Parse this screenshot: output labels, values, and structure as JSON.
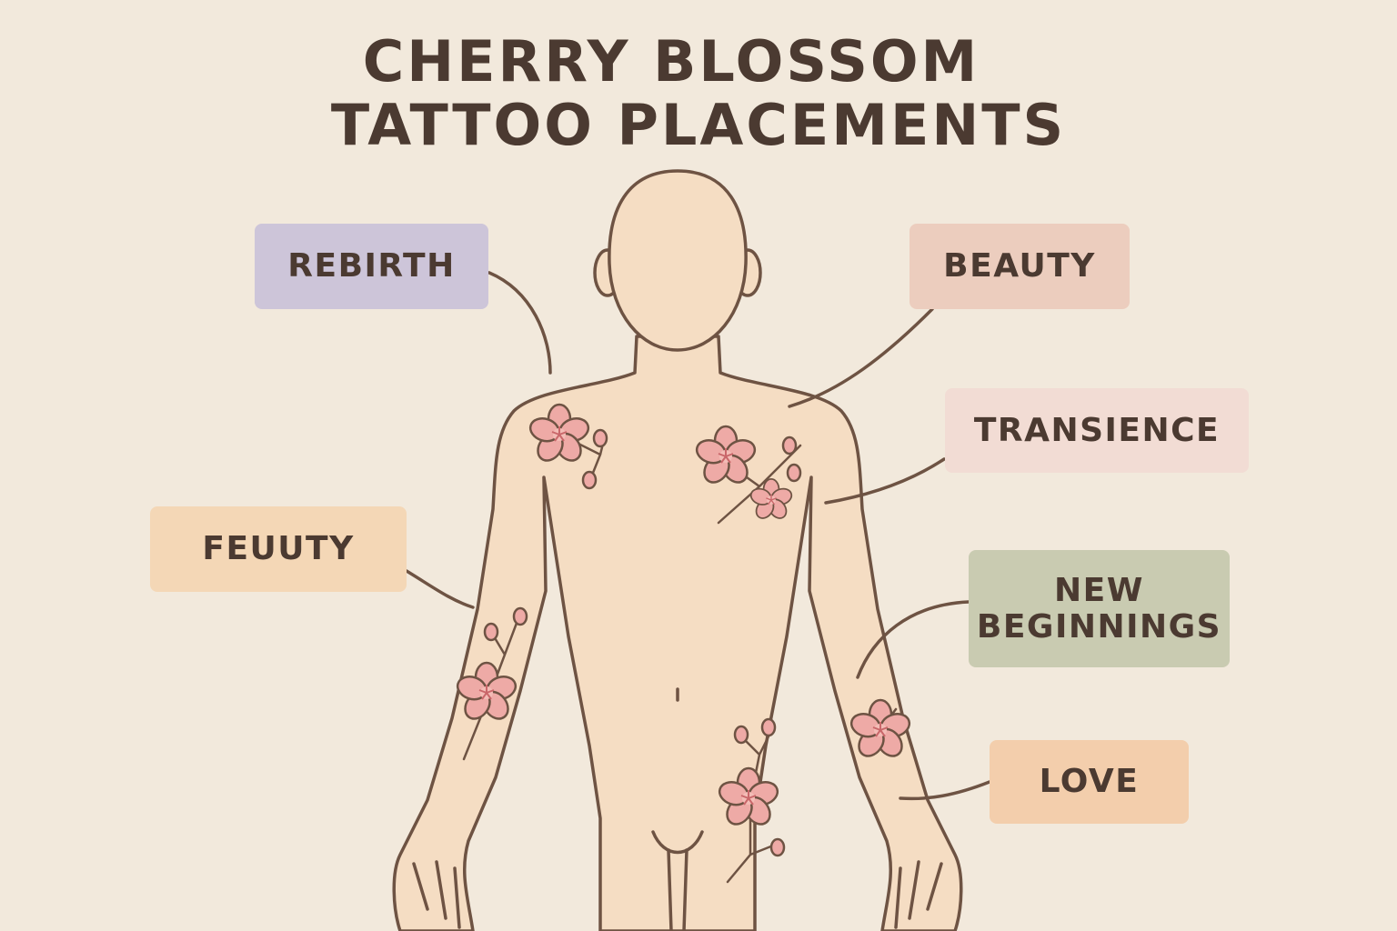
{
  "title": {
    "line1": "CHERRY BLOSSOM",
    "line2": "TATTOO PLACEMENTS"
  },
  "labels": {
    "rebirth": {
      "text": "REBIRTH",
      "color": "#cdc5d9"
    },
    "beauty": {
      "text": "BEAUTY",
      "color": "#eccdbe"
    },
    "transience": {
      "text": "TRANSIENCE",
      "color": "#f2dcd4"
    },
    "feuuty": {
      "text": "FEUUTY",
      "color": "#f4d7b6"
    },
    "new_beginnings": {
      "line1": "NEW",
      "line2": "BEGINNINGS",
      "color": "#c9cbb1"
    },
    "love": {
      "text": "LOVE",
      "color": "#f3ceac"
    }
  },
  "colors": {
    "background": "#f2e9dc",
    "skin": "#f5ddc3",
    "outline": "#6e5343",
    "petal": "#eeaaa6",
    "petal_center": "#c9676a"
  }
}
